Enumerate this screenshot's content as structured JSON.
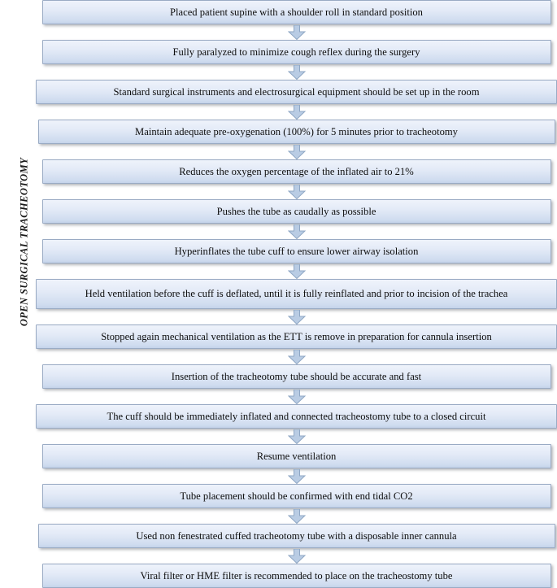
{
  "diagram": {
    "type": "flowchart",
    "orientation": "vertical",
    "side_label": "OPEN SURGICAL TRACHEOTOMY",
    "colors": {
      "node_fill_top": "#eff3fb",
      "node_fill_bottom": "#c4d3ea",
      "node_border": "#9aabc4",
      "arrow_fill": "#b9cce4",
      "arrow_border": "#8fa7c4",
      "text": "#0d0d0d",
      "background": "#ffffff"
    },
    "connector_icon": "arrow-down-icon",
    "steps": [
      {
        "index": 1,
        "text": "Placed patient supine with a shoulder roll in standard position"
      },
      {
        "index": 2,
        "text": "Fully paralyzed to minimize cough reflex during the surgery"
      },
      {
        "index": 3,
        "text": "Standard surgical instruments and electrosurgical equipment should be set up in the room"
      },
      {
        "index": 4,
        "text": "Maintain adequate pre-oxygenation (100%) for 5 minutes prior to tracheotomy"
      },
      {
        "index": 5,
        "text": "Reduces the oxygen percentage of the inflated air to 21%"
      },
      {
        "index": 6,
        "text": "Pushes the tube as caudally as possible"
      },
      {
        "index": 7,
        "text": "Hyperinflates the tube cuff to ensure lower airway isolation"
      },
      {
        "index": 8,
        "text": "Held ventilation before the cuff is deflated, until it is fully reinflated and prior to incision of the trachea"
      },
      {
        "index": 9,
        "text": "Stopped again mechanical ventilation as the ETT is remove in preparation for cannula insertion"
      },
      {
        "index": 10,
        "text": "Insertion of the tracheotomy tube should be accurate and fast"
      },
      {
        "index": 11,
        "text": "The cuff should be immediately inflated and connected  tracheostomy tube to a closed circuit"
      },
      {
        "index": 12,
        "text": "Resume ventilation"
      },
      {
        "index": 13,
        "text": "Tube placement should be confirmed with end tidal CO2"
      },
      {
        "index": 14,
        "text": "Used non fenestrated cuffed tracheotomy tube with a disposable inner cannula"
      },
      {
        "index": 15,
        "text": "Viral filter or HME filter is recommended to place on the tracheostomy tube"
      }
    ]
  }
}
